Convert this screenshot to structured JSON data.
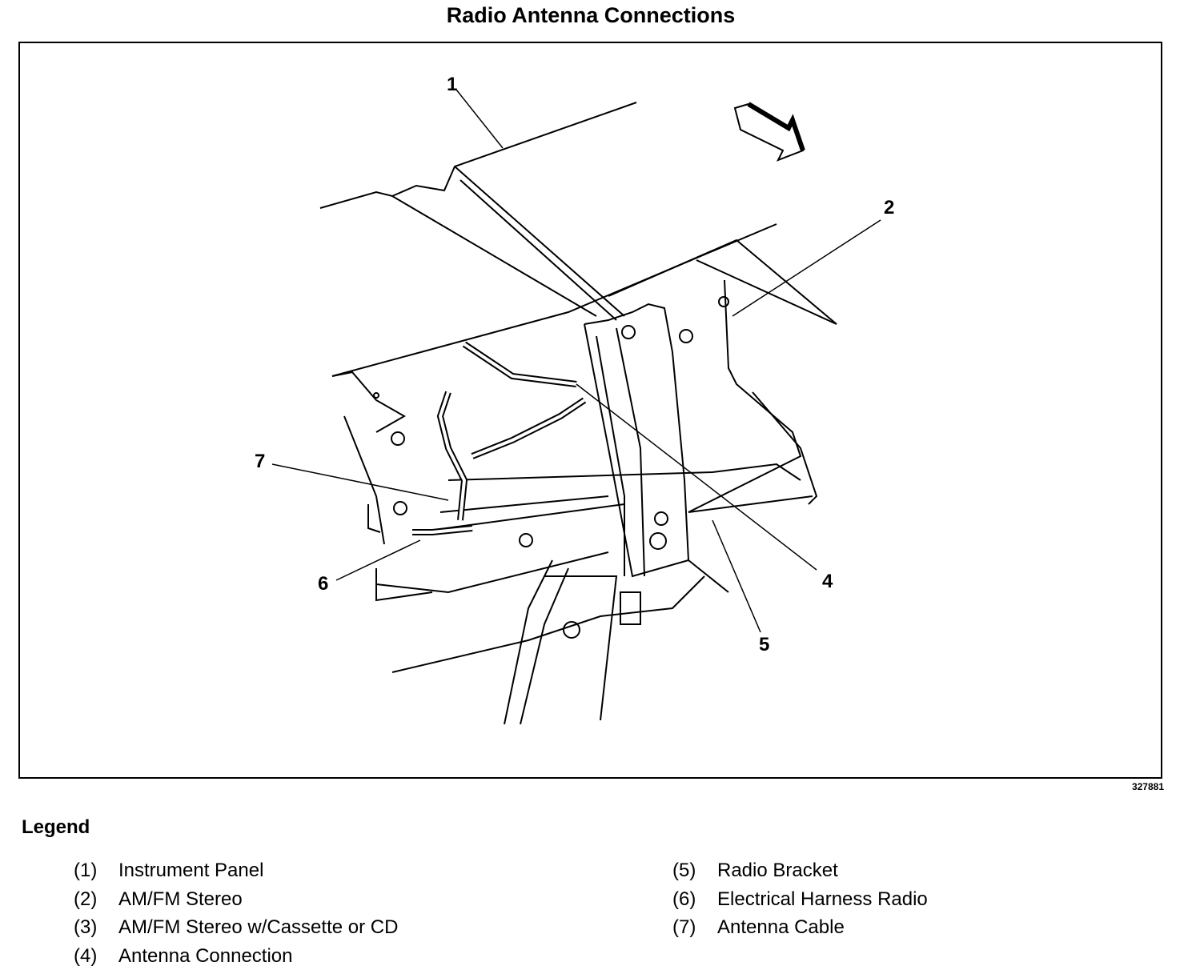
{
  "title": "Radio Antenna Connections",
  "figure_id": "327881",
  "callouts": [
    "1",
    "2",
    "4",
    "5",
    "6",
    "7"
  ],
  "arrow_icon": "direction-arrow",
  "legend": {
    "title": "Legend",
    "items": [
      {
        "num": "(1)",
        "label": "Instrument Panel"
      },
      {
        "num": "(2)",
        "label": "AM/FM Stereo"
      },
      {
        "num": "(3)",
        "label": "AM/FM Stereo w/Cassette or CD"
      },
      {
        "num": "(4)",
        "label": "Antenna Connection"
      },
      {
        "num": "(5)",
        "label": "Radio Bracket"
      },
      {
        "num": "(6)",
        "label": "Electrical Harness Radio"
      },
      {
        "num": "(7)",
        "label": "Antenna Cable"
      }
    ]
  }
}
